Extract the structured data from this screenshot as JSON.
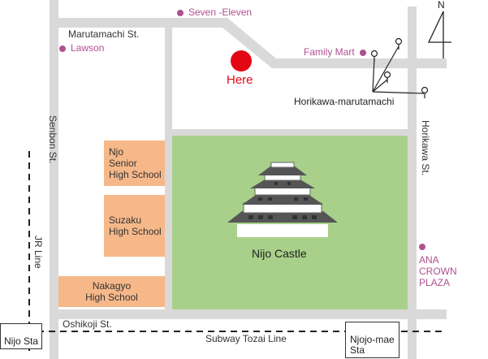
{
  "colors": {
    "road": "#d9d9d9",
    "park": "#a8d08a",
    "school": "#f6b889",
    "store_dot": "#b0508f",
    "here": "#e30613"
  },
  "roads": {
    "marutamachi": "Marutamachi St.",
    "senbon": "Senbon St.",
    "horikawa": "Horikawa St.",
    "oshikoji": "Oshikoji St.",
    "subway": "Subway Tozai Line",
    "jr": "JR Line"
  },
  "stores": [
    {
      "label": "Seven -Eleven"
    },
    {
      "label": "Lawson"
    },
    {
      "label": "Family Mart"
    },
    {
      "label": "ANA\nCROWN PLAZA"
    }
  ],
  "here_label": "Here",
  "bus_stop_label": "Horikawa-marutamachi",
  "castle_label": "Nijo Castle",
  "schools": [
    {
      "label": "Njo\nSenior\nHigh School"
    },
    {
      "label": "Suzaku\nHigh School"
    },
    {
      "label": "Nakagyo\nHigh School"
    }
  ],
  "stations": [
    {
      "label": "Nijo Sta"
    },
    {
      "label": "Njojo-mae\nSta"
    }
  ],
  "compass": "N"
}
